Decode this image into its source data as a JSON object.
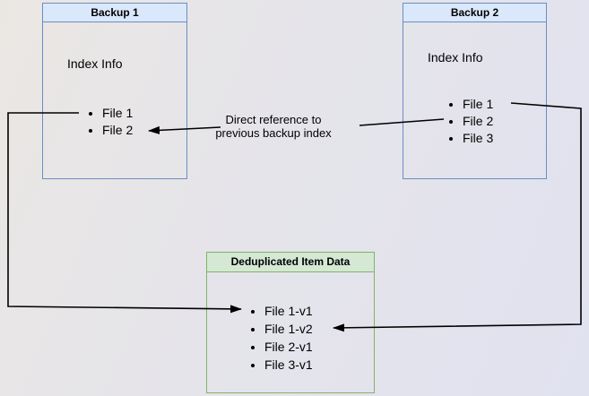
{
  "diagram": {
    "backup1": {
      "title": "Backup 1",
      "label": "Index Info",
      "files": [
        "File 1",
        "File 2"
      ]
    },
    "backup2": {
      "title": "Backup 2",
      "label": "Index Info",
      "files": [
        "File 1",
        "File 2",
        "File 3"
      ]
    },
    "dedup": {
      "title": "Deduplicated Item Data",
      "files": [
        "File 1-v1",
        "File 1-v2",
        "File 2-v1",
        "File 3-v1"
      ]
    },
    "edge_label": {
      "line1": "Direct reference to",
      "line2": "previous backup index"
    }
  },
  "colors": {
    "blue_fill": "#dae8fc",
    "blue_border": "#6c8ebf",
    "green_fill": "#d5e8d4",
    "green_border": "#82b366",
    "connector": "#000000",
    "background_top_left": "#eae7e3",
    "background_bottom_right": "#e1e2f0"
  }
}
